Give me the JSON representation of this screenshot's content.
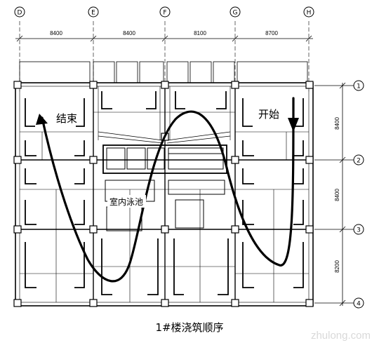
{
  "grid": {
    "top_bubbles": [
      "D",
      "E",
      "F",
      "G",
      "H"
    ],
    "spans": [
      "8400",
      "8400",
      "8100",
      "8700"
    ],
    "right_bubbles": [
      "1",
      "2",
      "3",
      "4"
    ],
    "right_spans": [
      "8400",
      "8400",
      "8200"
    ]
  },
  "labels": {
    "end": "结束",
    "start": "开始",
    "room": "室内泳池"
  },
  "caption": "1#楼浇筑顺序",
  "watermark": "zhulong.com"
}
